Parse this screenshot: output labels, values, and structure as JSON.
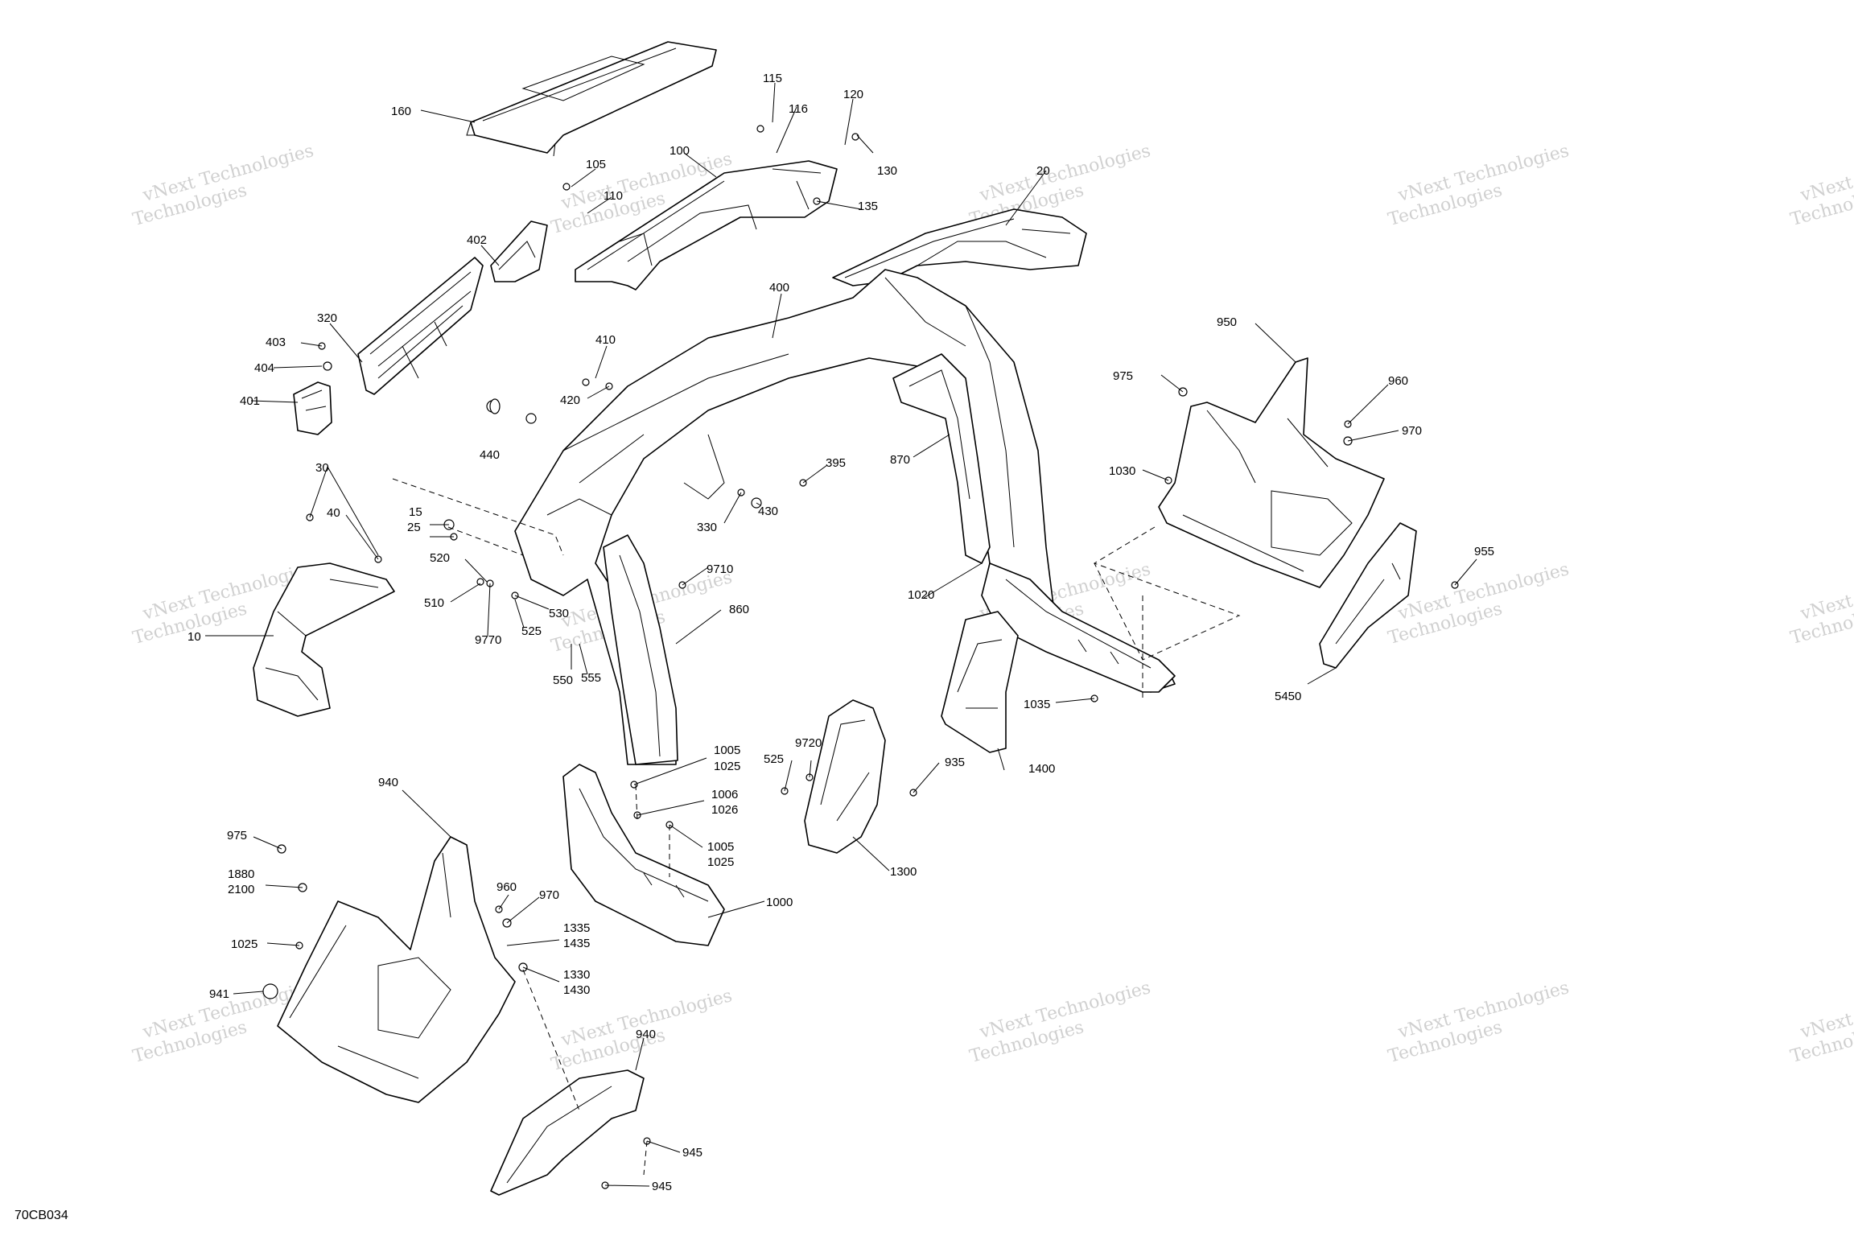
{
  "diagram": {
    "code": "70CB034",
    "watermark_line1": "vNext Technologies",
    "watermark_line2": "Technologies"
  },
  "labels": [
    "160",
    "115",
    "116",
    "120",
    "130",
    "100",
    "105",
    "110",
    "135",
    "20",
    "402",
    "320",
    "403",
    "404",
    "401",
    "410",
    "420",
    "400",
    "440",
    "950",
    "975",
    "960",
    "970",
    "1030",
    "395",
    "870",
    "330",
    "430",
    "30",
    "40",
    "15",
    "25",
    "520",
    "510",
    "9770",
    "530",
    "525",
    "9710",
    "550",
    "555",
    "860",
    "1020",
    "955",
    "1035",
    "10",
    "5450",
    "1005",
    "1025",
    "9720",
    "935",
    "1400",
    "1006",
    "1026",
    "1300",
    "940",
    "975",
    "1880",
    "2100",
    "960",
    "970",
    "1335",
    "1435",
    "1000",
    "1025",
    "1330",
    "1430",
    "941",
    "940",
    "945",
    "945"
  ]
}
